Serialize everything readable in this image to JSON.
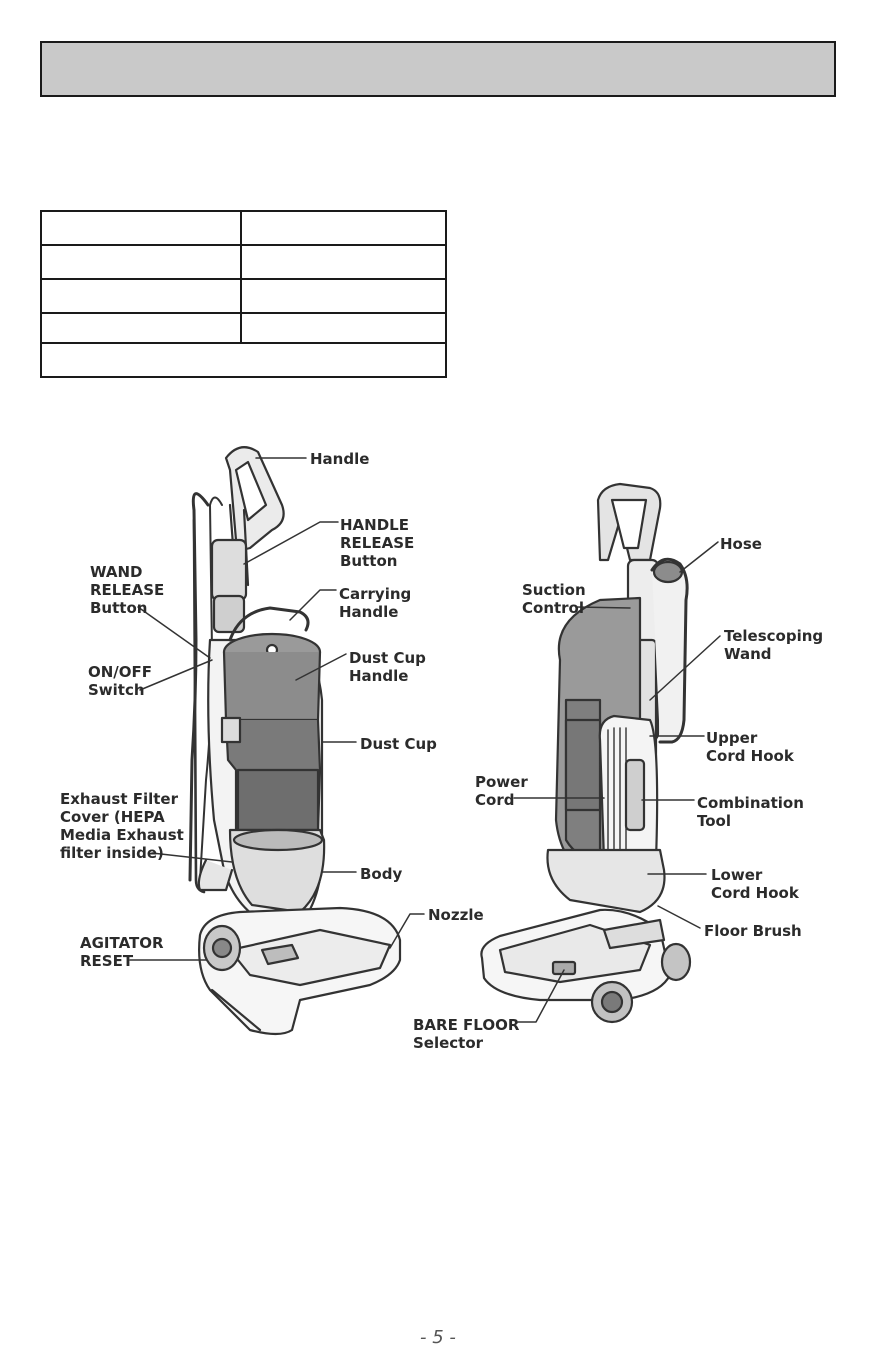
{
  "labels": {
    "handle": "Handle",
    "handle_release": "HANDLE\nRELEASE\nButton",
    "wand_release": "WAND\nRELEASE\nButton",
    "carrying_handle": "Carrying\nHandle",
    "on_off": "ON/OFF\nSwitch",
    "dust_cup_handle": "Dust Cup\nHandle",
    "dust_cup": "Dust Cup",
    "exhaust_filter": "Exhaust Filter\nCover (HEPA\nMedia Exhaust\nfilter inside)",
    "body": "Body",
    "nozzle": "Nozzle",
    "agitator_reset": "AGITATOR\nRESET",
    "hose": "Hose",
    "suction_control": "Suction\nControl",
    "telescoping_wand": "Telescoping\nWand",
    "upper_cord_hook": "Upper\nCord Hook",
    "power_cord": "Power\nCord",
    "combination_tool": "Combination\nTool",
    "lower_cord_hook": "Lower\nCord Hook",
    "floor_brush": "Floor Brush",
    "bare_floor": "BARE FLOOR\nSelector"
  },
  "page_number": "- 5 -"
}
